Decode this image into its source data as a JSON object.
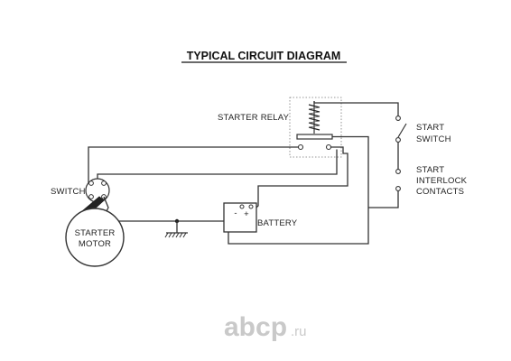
{
  "title": "TYPICAL CIRCUIT DIAGRAM",
  "labels": {
    "starter_relay": "STARTER RELAY",
    "start_switch_1": "START",
    "start_switch_2": "SWITCH",
    "interlock_1": "START",
    "interlock_2": "INTERLOCK",
    "interlock_3": "CONTACTS",
    "switch": "SWITCH",
    "starter_motor_1": "STARTER",
    "starter_motor_2": "MOTOR",
    "battery": "BATTERY",
    "battery_plus": "+",
    "battery_minus": "-"
  },
  "watermark": {
    "main": "abcp",
    "suffix": ".ru"
  }
}
